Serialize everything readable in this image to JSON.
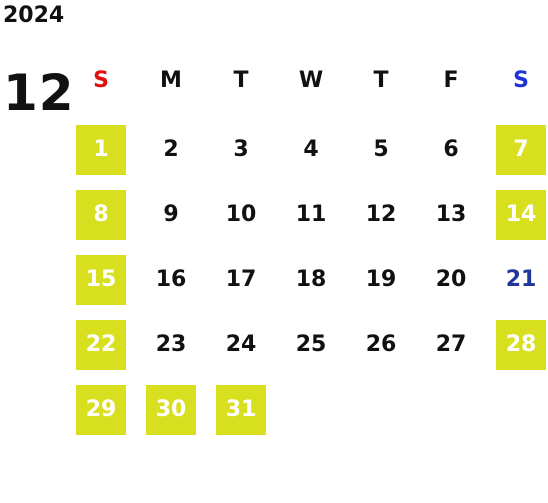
{
  "calendar": {
    "year": "2024",
    "month": "12",
    "weekdays": [
      {
        "label": "S",
        "color": "#e01010"
      },
      {
        "label": "M",
        "color": "#111111"
      },
      {
        "label": "T",
        "color": "#111111"
      },
      {
        "label": "W",
        "color": "#111111"
      },
      {
        "label": "T",
        "color": "#111111"
      },
      {
        "label": "F",
        "color": "#111111"
      },
      {
        "label": "S",
        "color": "#1f33d6"
      }
    ],
    "colors": {
      "highlight_bg": "#d8df1f",
      "highlight_text": "#ffffff",
      "normal_text": "#111111",
      "saturday_text": "#22359a"
    },
    "weeks": [
      [
        {
          "day": "1",
          "highlight": true
        },
        {
          "day": "2",
          "highlight": false
        },
        {
          "day": "3",
          "highlight": false
        },
        {
          "day": "4",
          "highlight": false
        },
        {
          "day": "5",
          "highlight": false
        },
        {
          "day": "6",
          "highlight": false
        },
        {
          "day": "7",
          "highlight": true
        }
      ],
      [
        {
          "day": "8",
          "highlight": true
        },
        {
          "day": "9",
          "highlight": false
        },
        {
          "day": "10",
          "highlight": false
        },
        {
          "day": "11",
          "highlight": false
        },
        {
          "day": "12",
          "highlight": false
        },
        {
          "day": "13",
          "highlight": false
        },
        {
          "day": "14",
          "highlight": true
        }
      ],
      [
        {
          "day": "15",
          "highlight": true
        },
        {
          "day": "16",
          "highlight": false
        },
        {
          "day": "17",
          "highlight": false
        },
        {
          "day": "18",
          "highlight": false
        },
        {
          "day": "19",
          "highlight": false
        },
        {
          "day": "20",
          "highlight": false
        },
        {
          "day": "21",
          "highlight": false,
          "blue": true
        }
      ],
      [
        {
          "day": "22",
          "highlight": true
        },
        {
          "day": "23",
          "highlight": false
        },
        {
          "day": "24",
          "highlight": false
        },
        {
          "day": "25",
          "highlight": false
        },
        {
          "day": "26",
          "highlight": false
        },
        {
          "day": "27",
          "highlight": false
        },
        {
          "day": "28",
          "highlight": true
        }
      ],
      [
        {
          "day": "29",
          "highlight": true
        },
        {
          "day": "30",
          "highlight": true
        },
        {
          "day": "31",
          "highlight": true
        }
      ]
    ]
  }
}
